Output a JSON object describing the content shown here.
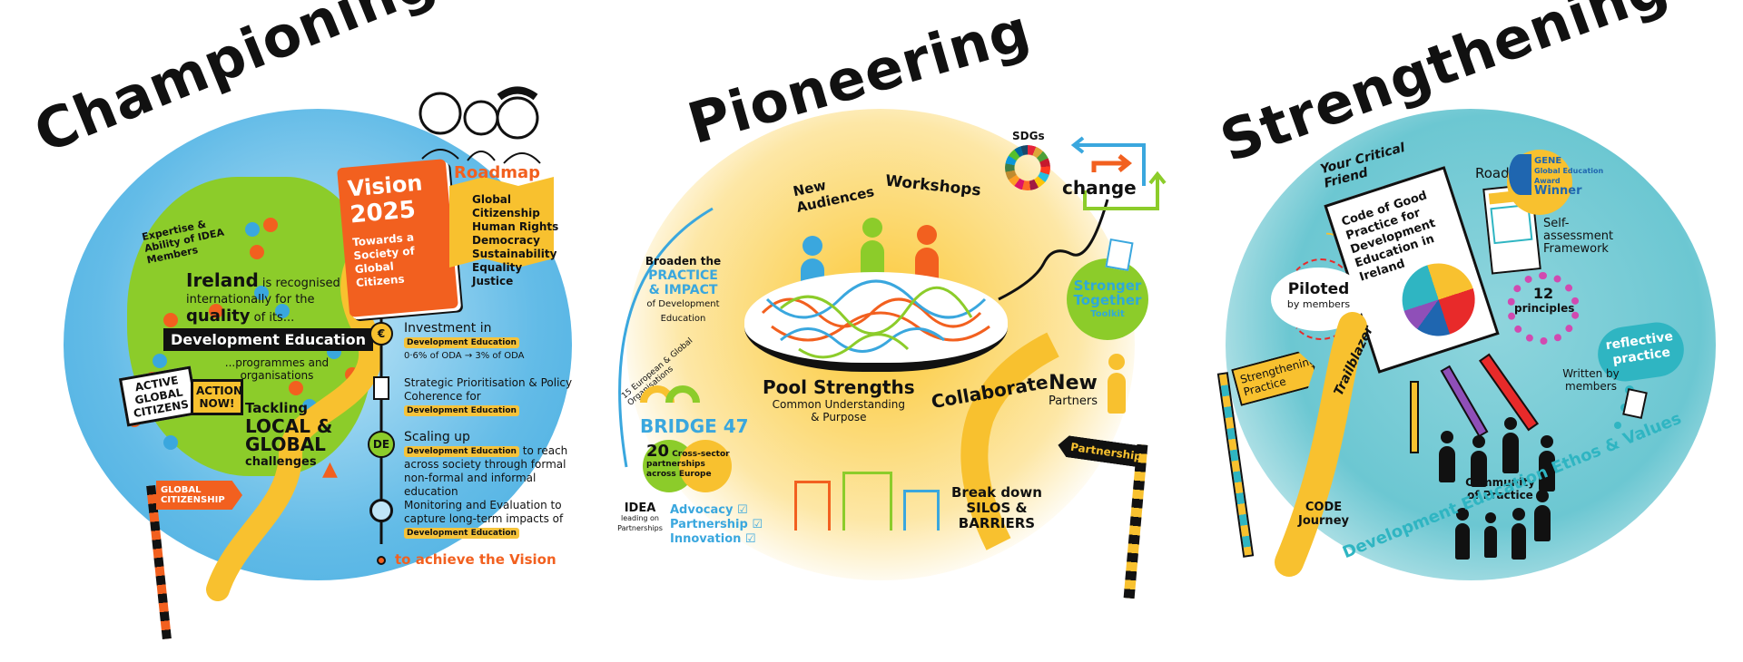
{
  "colors": {
    "blue": "#3aa7de",
    "green": "#8ccc2a",
    "orange": "#f2601f",
    "yellow": "#f8c12f",
    "teal": "#2fb5c2",
    "light_yellow": "#fde7a6",
    "light_teal": "#bfe6ea"
  },
  "panels": [
    {
      "title": "Championing",
      "vision_book": {
        "title": "Vision",
        "year": "2025",
        "subtitle": "Towards a Society of Global Citizens"
      },
      "roadmap": {
        "label": "Roadmap",
        "items": [
          "Global Citizenship",
          "Human Rights",
          "Democracy",
          "Sustainability",
          "Equality",
          "Justice"
        ]
      },
      "expertise_note": "Expertise & Ability of IDEA Members",
      "ireland_text": {
        "bold": "Ireland",
        "rest": "is recognised internationally for the",
        "quality": "quality",
        "of_its": "of its..."
      },
      "dev_ed_banner": "Development Education",
      "programmes": "...programmes and organisations",
      "signs": [
        "ACTIVE GLOBAL CITIZENS",
        "ACTION NOW!"
      ],
      "tackling": {
        "line1": "Tackling",
        "line2": "LOCAL &",
        "line3": "GLOBAL",
        "line4": "challenges"
      },
      "flag": "GLOBAL CITIZENSHIP",
      "timeline": [
        {
          "icon": "euro-coin-icon",
          "text": "Investment in",
          "tag": "Development Education",
          "sub": "0·6% of ODA → 3% of ODA"
        },
        {
          "icon": "notebook-icon",
          "text": "Strategic Prioritisation & Policy Coherence for",
          "tag": "Development Education",
          "sub": ""
        },
        {
          "icon": "de-badge-icon",
          "badge": "DE",
          "text": "Scaling up",
          "tag": "Development Education",
          "text2": "to reach across society through formal non-formal and informal education"
        },
        {
          "icon": "magnifier-icon",
          "text": "Monitoring and Evaluation to capture long-term impacts of",
          "tag": "Development Education",
          "sub": ""
        }
      ],
      "timeline_end": "to achieve the Vision"
    },
    {
      "title": "Pioneering",
      "labels": {
        "new_audiences": "New Audiences",
        "workshops": "Workshops",
        "sdgs": "SDGs",
        "change": "change"
      },
      "broaden": {
        "line1": "Broaden the",
        "line2": "PRACTICE",
        "line3": "& IMPACT",
        "line4": "of Development Education"
      },
      "toolkit": {
        "line1": "Stronger",
        "line2": "Together",
        "line3": "Toolkit"
      },
      "orgs_note": "15 European & Global Organisations",
      "bridge": "BRIDGE 47",
      "partnerships_circle": {
        "num": "20",
        "text": "Cross-sector partnerships across Europe"
      },
      "idea": {
        "name": "IDEA",
        "sub": "leading on Partnerships"
      },
      "checklist": [
        "Advocacy",
        "Partnership",
        "Innovation"
      ],
      "pool": {
        "title": "Pool Strengths",
        "sub": "Common Understanding & Purpose"
      },
      "collaborate": "Collaborate",
      "new_partners": {
        "line1": "New",
        "line2": "Partners"
      },
      "silos": {
        "line1": "Break down",
        "line2": "SILOS &",
        "line3": "BARRIERS"
      },
      "signpost": "Partnerships"
    },
    {
      "title": "Strengthening",
      "critical_friend": "Your Critical Friend",
      "code_book": "Code of Good Practice for Development Education in Ireland",
      "roadmap": "Roadmap",
      "gene": {
        "line1": "GENE",
        "line2": "Global Education",
        "line3": "Award",
        "line4": "Winner"
      },
      "self_assessment": "Self-assessment Framework",
      "piloted": {
        "line1": "Piloted",
        "line2": "by members"
      },
      "principles": {
        "num": "12",
        "label": "principles"
      },
      "reflective": "reflective practice",
      "trailblazer": "Trailblazer",
      "sign": "Strengthening Practice",
      "written_by": "Written by members",
      "community": "Community of Practice",
      "code_journey": {
        "line1": "CODE",
        "line2": "Journey"
      },
      "ethos": "Development Education Ethos & Values"
    }
  ]
}
